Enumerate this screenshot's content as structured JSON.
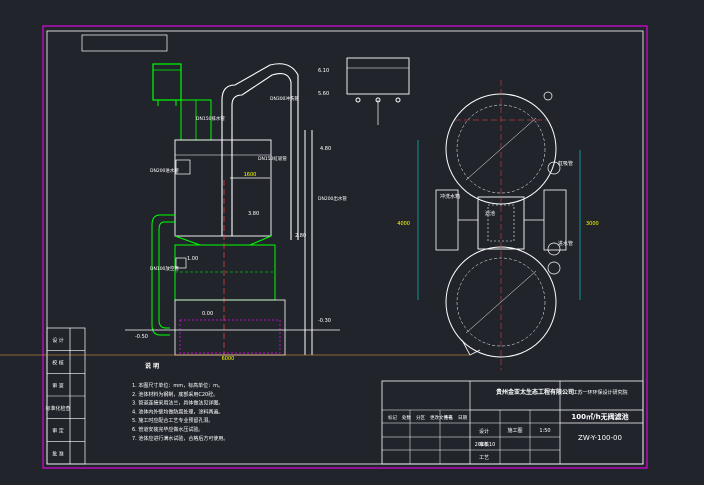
{
  "colors": {
    "background": "#21252b",
    "frame": "#ff00ff",
    "line": "#ffffff",
    "tank": "#00ff00",
    "pipe": "#ffffff",
    "cyan": "#00ffff",
    "dim": "#ff4040",
    "yellow": "#ffff00",
    "orange": "#ffa040"
  },
  "left_labels": [
    "设 计",
    "校 核",
    "审 查",
    "标准化检查",
    "审 定",
    "批 准"
  ],
  "notes": {
    "heading": "说 明",
    "items": [
      "1. 本图尺寸单位：mm，标高单位：m。",
      "2. 池体材料为钢制，底部采用C20砼。",
      "3. 管道连接采用法兰，具体做法见详图。",
      "4. 池体内外壁均做防腐处理，涂料两遍。",
      "5. 施工时应配合工艺专业预留孔洞。",
      "6. 管道安装完毕应做水压试验。",
      "7. 池体应进行满水试验，合格后方可使用。"
    ]
  },
  "title_block": {
    "company": "贵州金亚太生态工程有限公司",
    "institute": "江苏一环环保设计研究院",
    "drawing_title": "100㎡/h无阀滤池",
    "drawing_number": "ZW-Y-100-00",
    "scale": "1:50",
    "date": "2018.10",
    "stage": "施工图",
    "headers": [
      "标记",
      "处数",
      "分区",
      "更改文件号",
      "签名",
      "日期"
    ],
    "rows": [
      "设计",
      "审核",
      "工艺"
    ]
  },
  "elev_labels": [
    "6.10",
    "5.60",
    "4.80",
    "3.80",
    "2.80",
    "1.00",
    "0.00",
    "-0.30",
    "-0.50"
  ],
  "pipe_labels": [
    "DN200进水管",
    "DN150虹吸管",
    "DN300冲洗管",
    "DN200出水管",
    "DN150排水管",
    "DN100放空管"
  ],
  "plan_labels": [
    "冲洗水箱",
    "滤池",
    "虹吸管",
    "进水管"
  ],
  "dimension_labels": [
    "1600",
    "3000",
    "4000",
    "6000"
  ]
}
